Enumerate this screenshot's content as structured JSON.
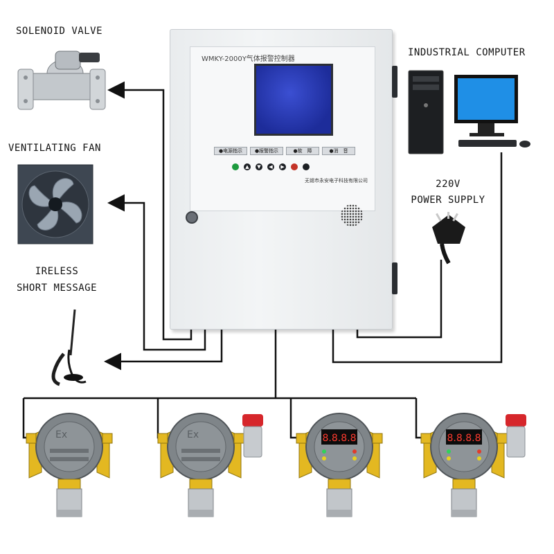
{
  "labels": {
    "solenoid_valve": "SOLENOID VALVE",
    "ventilating_fan": "VENTILATING FAN",
    "wireless_line1": "IRELESS",
    "wireless_line2": "SHORT MESSAGE",
    "industrial_computer": "INDUSTRIAL COMPUTER",
    "power_line1": "220V",
    "power_line2": "POWER SUPPLY"
  },
  "controller": {
    "model": "WMKY-2000Y气体报警控制器",
    "buttons": [
      "●电源指示",
      "●报警指示",
      "●故　障",
      "●消　音"
    ],
    "manufacturer": "无锡市永安电子科技有限公司"
  },
  "detectors": [
    {
      "type": "explosion-proof",
      "mark": "Ex",
      "has_alarm_light": false
    },
    {
      "type": "explosion-proof",
      "mark": "Ex",
      "has_alarm_light": true
    },
    {
      "type": "digital-display",
      "display": "8.8.8.8",
      "has_alarm_light": false
    },
    {
      "type": "digital-display",
      "display": "8.8.8.8",
      "has_alarm_light": true
    }
  ],
  "colors": {
    "wire": "#111111",
    "controller_body": "#eceff1",
    "lcd": "#2a3cc0",
    "detector_body": "#7f8589",
    "detector_bracket": "#e3b821",
    "alarm_light": "#d6262b"
  }
}
